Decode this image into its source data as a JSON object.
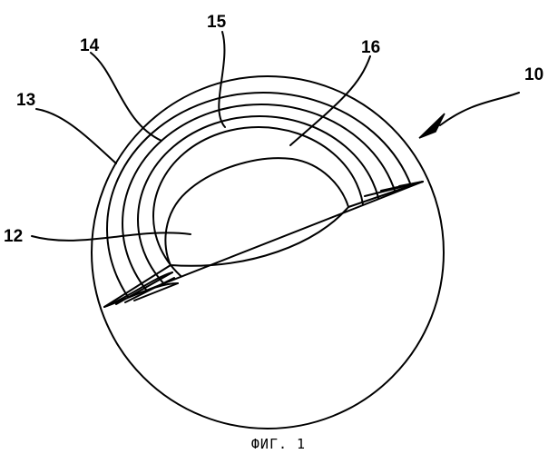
{
  "figure": {
    "labels": {
      "l10": "10",
      "l12": "12",
      "l13": "13",
      "l14": "14",
      "l15": "15",
      "l16": "16"
    },
    "caption": "ФИГ. 1"
  }
}
